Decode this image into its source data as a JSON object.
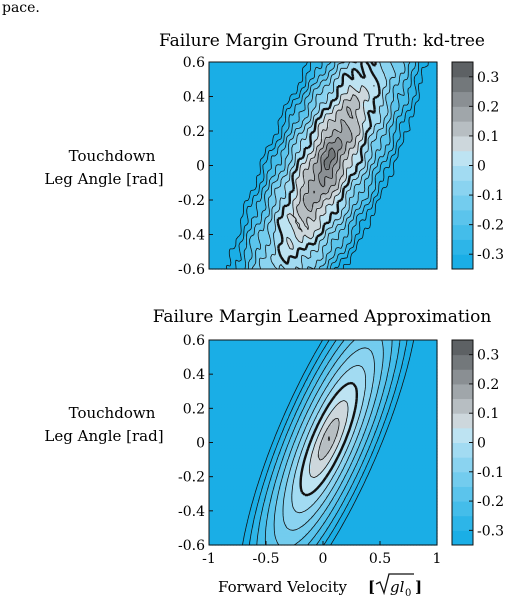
{
  "figure_caption_fragment": "pace.",
  "colormap": {
    "levels": [
      -0.35,
      -0.3,
      -0.25,
      -0.2,
      -0.15,
      -0.1,
      -0.05,
      0,
      0.05,
      0.1,
      0.15,
      0.2,
      0.25,
      0.3,
      0.35
    ],
    "colors": [
      "#1aaee6",
      "#2db5e8",
      "#44bdea",
      "#5bc4ec",
      "#73ccee",
      "#8ad3f0",
      "#a2dbf2",
      "#bde3f2",
      "#cdd7dc",
      "#b7bec2",
      "#a0a6aa",
      "#8a8f93",
      "#73787b",
      "#5d6164",
      "#4a4d50"
    ]
  },
  "chart_data": [
    {
      "type": "contour",
      "title": "Failure Margin Ground Truth: kd-tree",
      "xlabel": "",
      "ylabel": "Touchdown\nLeg Angle [rad]",
      "xlim": [
        -1,
        1
      ],
      "ylim": [
        -0.6,
        0.6
      ],
      "yticks": [
        "0.6",
        "0.4",
        "0.2",
        "0",
        "-0.2",
        "-0.4",
        "-0.6"
      ],
      "ytick_values": [
        0.6,
        0.4,
        0.2,
        0,
        -0.2,
        -0.4,
        -0.6
      ],
      "xticks": [],
      "colorbar_ticks": [
        "0.3",
        "0.2",
        "0.1",
        "0",
        "-0.1",
        "-0.2",
        "-0.3"
      ],
      "colorbar_values": [
        0.3,
        0.2,
        0.1,
        0,
        -0.1,
        -0.2,
        -0.3
      ],
      "bold_contour_level": 0,
      "contour_spacing": 0.05,
      "ridge_center": [
        0.05,
        0.02
      ],
      "ridge_direction": [
        0.42,
        0.6
      ],
      "peak_value": 0.27,
      "noise": 0.025
    },
    {
      "type": "contour",
      "title": "Failure Margin Learned Approximation",
      "xlabel": "Forward Velocity",
      "ylabel": "Touchdown\nLeg Angle [rad]",
      "xlim": [
        -1,
        1
      ],
      "ylim": [
        -0.6,
        0.6
      ],
      "yticks": [
        "0.6",
        "0.4",
        "0.2",
        "0",
        "-0.2",
        "-0.4",
        "-0.6"
      ],
      "ytick_values": [
        0.6,
        0.4,
        0.2,
        0,
        -0.2,
        -0.4,
        -0.6
      ],
      "xticks": [
        "-1",
        "-0.5",
        "0",
        "0.5",
        "1"
      ],
      "xtick_values": [
        -1,
        -0.5,
        0,
        0.5,
        1
      ],
      "colorbar_ticks": [
        "0.3",
        "0.2",
        "0.1",
        "0",
        "-0.1",
        "-0.2",
        "-0.3"
      ],
      "colorbar_values": [
        0.3,
        0.2,
        0.1,
        0,
        -0.1,
        -0.2,
        -0.3
      ],
      "bold_contour_level": 0,
      "contour_spacing": 0.05,
      "ridge_center": [
        0.05,
        0.02
      ],
      "ridge_direction": [
        0.42,
        0.6
      ],
      "peak_value": 0.16,
      "noise": 0
    }
  ]
}
